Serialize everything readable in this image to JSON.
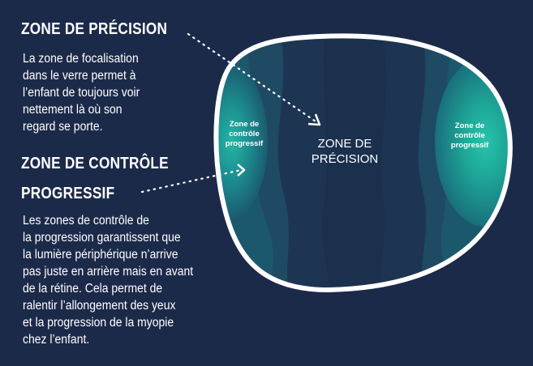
{
  "precision_section": {
    "heading": "ZONE DE PRÉCISION",
    "text_lines": [
      "La zone de focalisation",
      "dans le verre permet à",
      "l’enfant de toujours voir",
      "nettement là où son",
      "regard se porte."
    ]
  },
  "control_section": {
    "heading_lines": [
      "ZONE DE CONTRÔLE",
      "PROGRESSIF"
    ],
    "text_lines": [
      "Les zones de contrôle de",
      "la progression garantissent que",
      "la lumière périphérique n’arrive",
      "pas juste en arrière mais en avant",
      "de la rétine. Cela permet de",
      "ralentir l’allongement des yeux",
      "et la progression de la myopie",
      "chez l’enfant."
    ]
  },
  "lens": {
    "center_label_lines": [
      "ZONE DE",
      "PRÉCISION"
    ],
    "left_label_lines": [
      "Zone de",
      "contrôle",
      "progressif"
    ],
    "right_label_lines": [
      "Zone de",
      "contrôle",
      "progressif"
    ]
  },
  "colors": {
    "background": "#1c2a4a",
    "lens_outline": "#ffffff",
    "zone_dark": "#1d3452",
    "zone_mid": "#1f4a63",
    "zone_teal": "#1c8f90",
    "zone_bright": "#22b9a5"
  }
}
